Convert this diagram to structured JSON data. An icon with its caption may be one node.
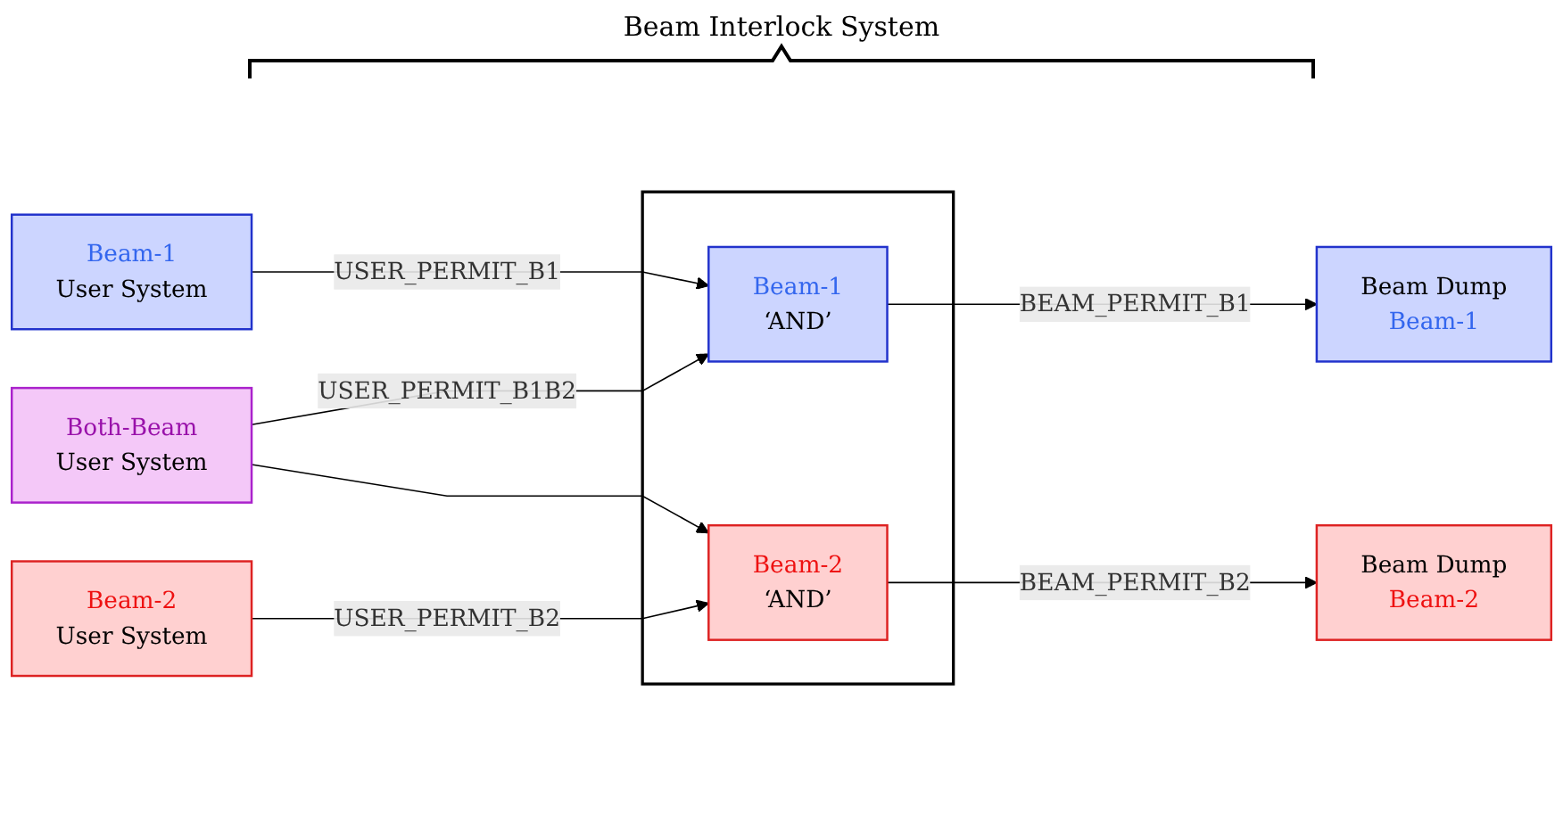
{
  "diagram": {
    "title": "Beam Interlock System",
    "nodes": [
      {
        "text": [
          "Beam-1",
          "User System"
        ]
      },
      {
        "text": [
          "Both-Beam",
          "User System"
        ]
      },
      {
        "text": [
          "Beam-2",
          "User System"
        ]
      },
      {
        "text": [],
        "shape": "box"
      },
      {
        "text": [
          "Beam-1",
          "‘AND’"
        ],
        "in": 3
      },
      {
        "text": [
          "Beam-2",
          "‘AND’"
        ],
        "in": 3
      },
      {
        "text": [
          "Beam Dump",
          "Beam-1"
        ]
      },
      {
        "text": [
          "Beam Dump",
          "Beam-2"
        ]
      }
    ],
    "edges": [
      {
        "from": 0,
        "to": 4,
        "arrow": "to",
        "label": "USER_PERMIT_B1"
      },
      {
        "from": 1,
        "to": 4,
        "arrow": "to",
        "label": "USER_PERMIT_B1B2"
      },
      {
        "from": 1,
        "to": 5,
        "arrow": "to"
      },
      {
        "from": 2,
        "to": 5,
        "arrow": "to",
        "label": "USER_PERMIT_B2"
      },
      {
        "from": 4,
        "to": 6,
        "arrow": "to",
        "label": "BEAM_PERMIT_B1"
      },
      {
        "from": 5,
        "to": 7,
        "arrow": "to",
        "label": "BEAM_PERMIT_B2"
      }
    ]
  }
}
